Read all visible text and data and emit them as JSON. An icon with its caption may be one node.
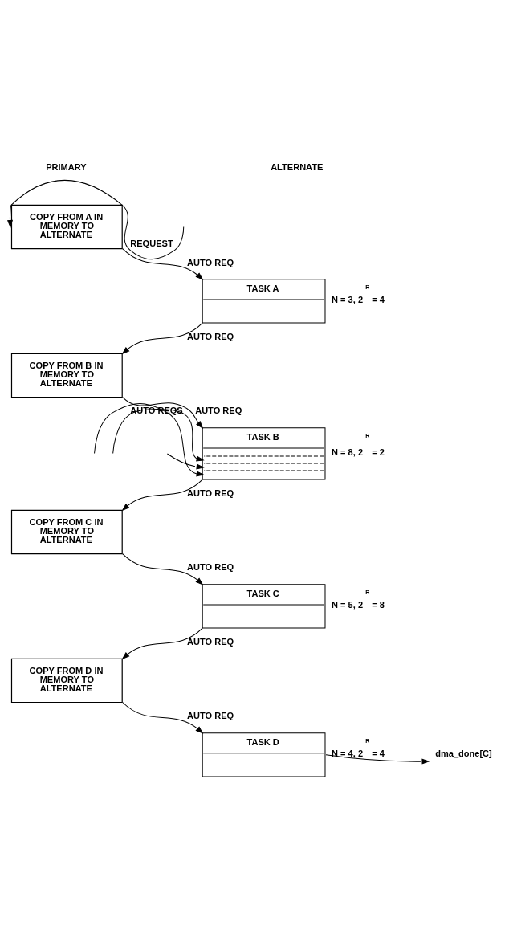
{
  "diagram": {
    "nodes": [
      {
        "text": [
          "COPY FROM A IN MEMORY TO ALTERNATE"
        ]
      },
      {
        "text": [
          "TASK A"
        ],
        "beside": [
          "N = 3, 2$^{R}$ = 4"
        ]
      },
      {
        "text": [
          "COPY FROM B IN MEMORY TO ALTERNATE"
        ]
      },
      {
        "text": [
          "TASK B"
        ],
        "beside": [
          "N = 8, 2$^{R}$ = 2"
        ]
      },
      {
        "text": [
          "COPY FROM C IN MEMORY TO ALTERNATE"
        ]
      },
      {
        "text": [
          "TASK C"
        ],
        "beside": [
          "N = 5, 2$^{R}$ = 8"
        ]
      },
      {
        "text": [
          "COPY FROM D IN MEMORY TO ALTERNATE"
        ]
      },
      {
        "text": [
          "TASK D"
        ],
        "beside": [
          "N = 4, 2$^{R}$ = 4"
        ]
      },
      {
        "text": [
          "dma_done[C]"
        ]
      }
    ],
    "edges": [
      {
        "from": null,
        "to": 0,
        "arrow": "to",
        "label": "REQUEST"
      },
      {
        "from": 0,
        "to": 1,
        "arrow": "to",
        "label": "AUTO REQ"
      },
      {
        "from": 1,
        "to": 2,
        "arrow": "to",
        "label": "AUTO REQ"
      },
      {
        "from": 2,
        "to": 3,
        "arrow": "to",
        "label": "AUTO REQ"
      },
      {
        "from": null,
        "to": 3,
        "arrow": "to",
        "label": "AUTO REQS"
      },
      {
        "from": null,
        "to": 3,
        "arrow": "to"
      },
      {
        "from": null,
        "to": 3,
        "arrow": "to"
      },
      {
        "from": 3,
        "to": 4,
        "arrow": "to",
        "label": "AUTO REQ"
      },
      {
        "from": 4,
        "to": 5,
        "arrow": "to",
        "label": "AUTO REQ"
      },
      {
        "from": 5,
        "to": 6,
        "arrow": "to",
        "label": "AUTO REQ"
      },
      {
        "from": 6,
        "to": 7,
        "arrow": "to",
        "label": "AUTO REQ"
      },
      {
        "from": 7,
        "to": 8,
        "arrow": "to"
      }
    ],
    "labels": [
      "PRIMARY",
      "ALTERNATE"
    ]
  }
}
